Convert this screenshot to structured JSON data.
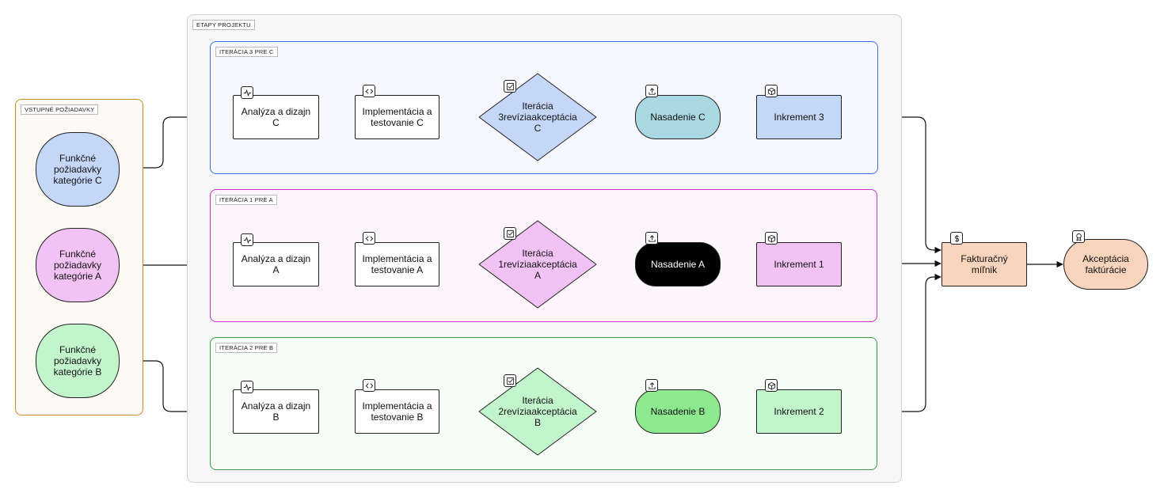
{
  "groups": {
    "inputs": "VSTUPNÉ POŽIADAVKY",
    "project": "ETAPY PROJEKTU",
    "iter3": "ITERÁCIA 3 PRE C",
    "iter1": "ITERÁCIA 1 PRE A",
    "iter2": "ITERÁCIA 2 PRE B"
  },
  "inputs": {
    "c": [
      "Funkčné",
      "požiadavky",
      "kategórie C"
    ],
    "a": [
      "Funkčné",
      "požiadavky",
      "kategórie A"
    ],
    "b": [
      "Funkčné",
      "požiadavky",
      "kategórie B"
    ]
  },
  "iter3": {
    "analysis": [
      "Analýza a dizajn",
      "C"
    ],
    "impl": [
      "Implementácia a",
      "testovanie C"
    ],
    "review": [
      "Iterácia 3",
      "revízia",
      "akceptácia C"
    ],
    "deploy": "Nasadenie C",
    "increment": "Inkrement 3"
  },
  "iter1": {
    "analysis": [
      "Analýza a dizajn",
      "A"
    ],
    "impl": [
      "Implementácia a",
      "testovanie A"
    ],
    "review": [
      "Iterácia 1",
      "revízia",
      "akceptácia A"
    ],
    "deploy": "Nasadenie A",
    "increment": "Inkrement 1"
  },
  "iter2": {
    "analysis": [
      "Analýza a dizajn",
      "B"
    ],
    "impl": [
      "Implementácia a",
      "testovanie B"
    ],
    "review": [
      "Iterácia 2",
      "revízia",
      "akceptácia B"
    ],
    "deploy": "Nasadenie B",
    "increment": "Inkrement 2"
  },
  "billing": {
    "milestone": [
      "Fakturačný",
      "míľnik"
    ],
    "acceptance": [
      "Akceptácia",
      "faktúrácie"
    ]
  },
  "colors": {
    "inputs_border": "#c8892b",
    "inputs_bg": "#fcfaf3",
    "project_bg": "#f7f7f7",
    "iter3_border": "#3b6fd6",
    "iter3_bg": "#f6f8fd",
    "iter1_border": "#c830c8",
    "iter1_bg": "#fcf6fc",
    "iter2_border": "#3a9a4a",
    "iter2_bg": "#f6fcf6",
    "blue_fill": "#c5d7f9",
    "pink_fill": "#f2c2f5",
    "green_fill": "#c3f5cd",
    "deploy_c": "#a9d7e2",
    "deploy_a": "#000000",
    "deploy_b": "#8ee88f",
    "peach": "#f8d4bd"
  },
  "icons": {
    "analysis": "activity-icon",
    "impl": "code-icon",
    "review": "checkbox-icon",
    "deploy": "upload-icon",
    "increment": "package-icon",
    "milestone": "dollar-icon",
    "acceptance": "award-icon"
  }
}
